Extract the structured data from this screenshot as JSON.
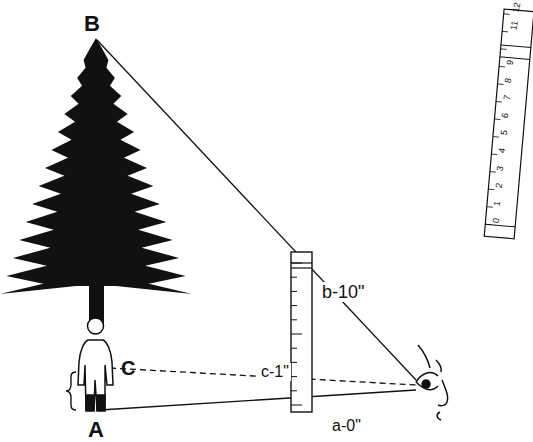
{
  "diagram": {
    "labels": [
      "B",
      "C",
      "A",
      "b-10\"",
      "c-1\"",
      "a-0\"",
      "12",
      "11",
      "9",
      "8",
      "7",
      "6",
      "5",
      "4",
      "3",
      "2",
      "1",
      "0"
    ]
  }
}
